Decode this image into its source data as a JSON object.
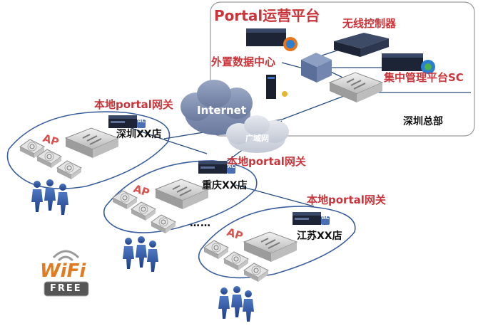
{
  "hq": {
    "platform_title": "Portal运营平台",
    "wireless_controller": "无线控制器",
    "external_data_center": "外置数据中心",
    "central_mgmt": "集中管理平台SC",
    "hq_name": "深圳总部"
  },
  "network": {
    "internet": "Internet",
    "wan": "广域网",
    "ellipsis": "……"
  },
  "branches": [
    {
      "gateway": "本地portal网关",
      "store": "深圳XX店",
      "ap": "AP",
      "ac_badge": "AC"
    },
    {
      "gateway": "本地portal网关",
      "store": "重庆XX店",
      "ap": "AP",
      "ac_badge": "AC"
    },
    {
      "gateway": "本地portal网关",
      "store": "江苏XX店",
      "ap": "AP",
      "ac_badge": "AC"
    }
  ],
  "wifi_logo": {
    "wifi": "WiFi",
    "free": "FREE"
  },
  "colors": {
    "gateway_label": "#c9353a",
    "ap_label": "#d9534f",
    "branch_outline": "#3a5f9c",
    "hq_border": "#999999"
  }
}
